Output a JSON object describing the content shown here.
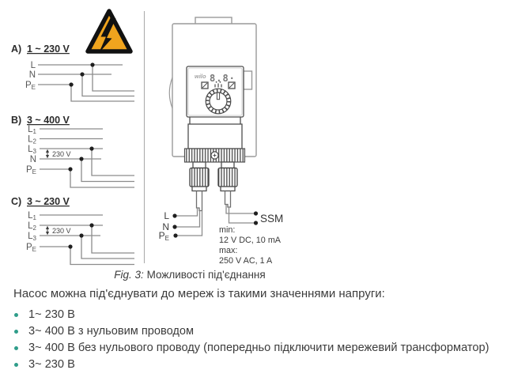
{
  "figure": {
    "sections": [
      {
        "label": "A)",
        "voltage": "1 ~ 230 V",
        "rows": [
          {
            "main": "L",
            "sub": ""
          },
          {
            "main": "N",
            "sub": ""
          },
          {
            "main": "P",
            "sub": "E"
          }
        ]
      },
      {
        "label": "B)",
        "voltage": "3 ~ 400 V",
        "span_label": "230 V",
        "rows": [
          {
            "main": "L",
            "sub": "1"
          },
          {
            "main": "L",
            "sub": "2"
          },
          {
            "main": "L",
            "sub": "3"
          },
          {
            "main": "N",
            "sub": ""
          },
          {
            "main": "P",
            "sub": "E"
          }
        ]
      },
      {
        "label": "C)",
        "voltage": "3 ~ 230 V",
        "span_label": "230 V",
        "rows": [
          {
            "main": "L",
            "sub": "1"
          },
          {
            "main": "L",
            "sub": "2"
          },
          {
            "main": "L",
            "sub": "3"
          },
          {
            "main": "P",
            "sub": "E"
          }
        ]
      }
    ],
    "device": {
      "brand": "wilo",
      "display": "8.8·"
    },
    "connections": {
      "terminals": [
        {
          "main": "L",
          "sub": ""
        },
        {
          "main": "N",
          "sub": ""
        },
        {
          "main": "P",
          "sub": "E"
        }
      ],
      "relay_label": "SSM",
      "ratings": {
        "min_label": "min:",
        "min_value": "12 V DC, 10 mA",
        "max_label": "max:",
        "max_value": "250 V AC, 1 A"
      }
    },
    "caption": {
      "prefix": "Fig. 3:",
      "text": "Можливості під'єднання"
    }
  },
  "body": {
    "intro": "Насос можна під'єднувати до мереж із такими значеннями напруги:",
    "bullets": [
      "1~ 230 В",
      "3~ 400 В з нульовим проводом",
      "3~ 400 В без нульового проводу (попередньо підключити мережевий трансформатор)",
      "3~ 230 В"
    ]
  },
  "colors": {
    "warning_fill": "#F0A41E",
    "bullet": "#2F9D8A"
  }
}
